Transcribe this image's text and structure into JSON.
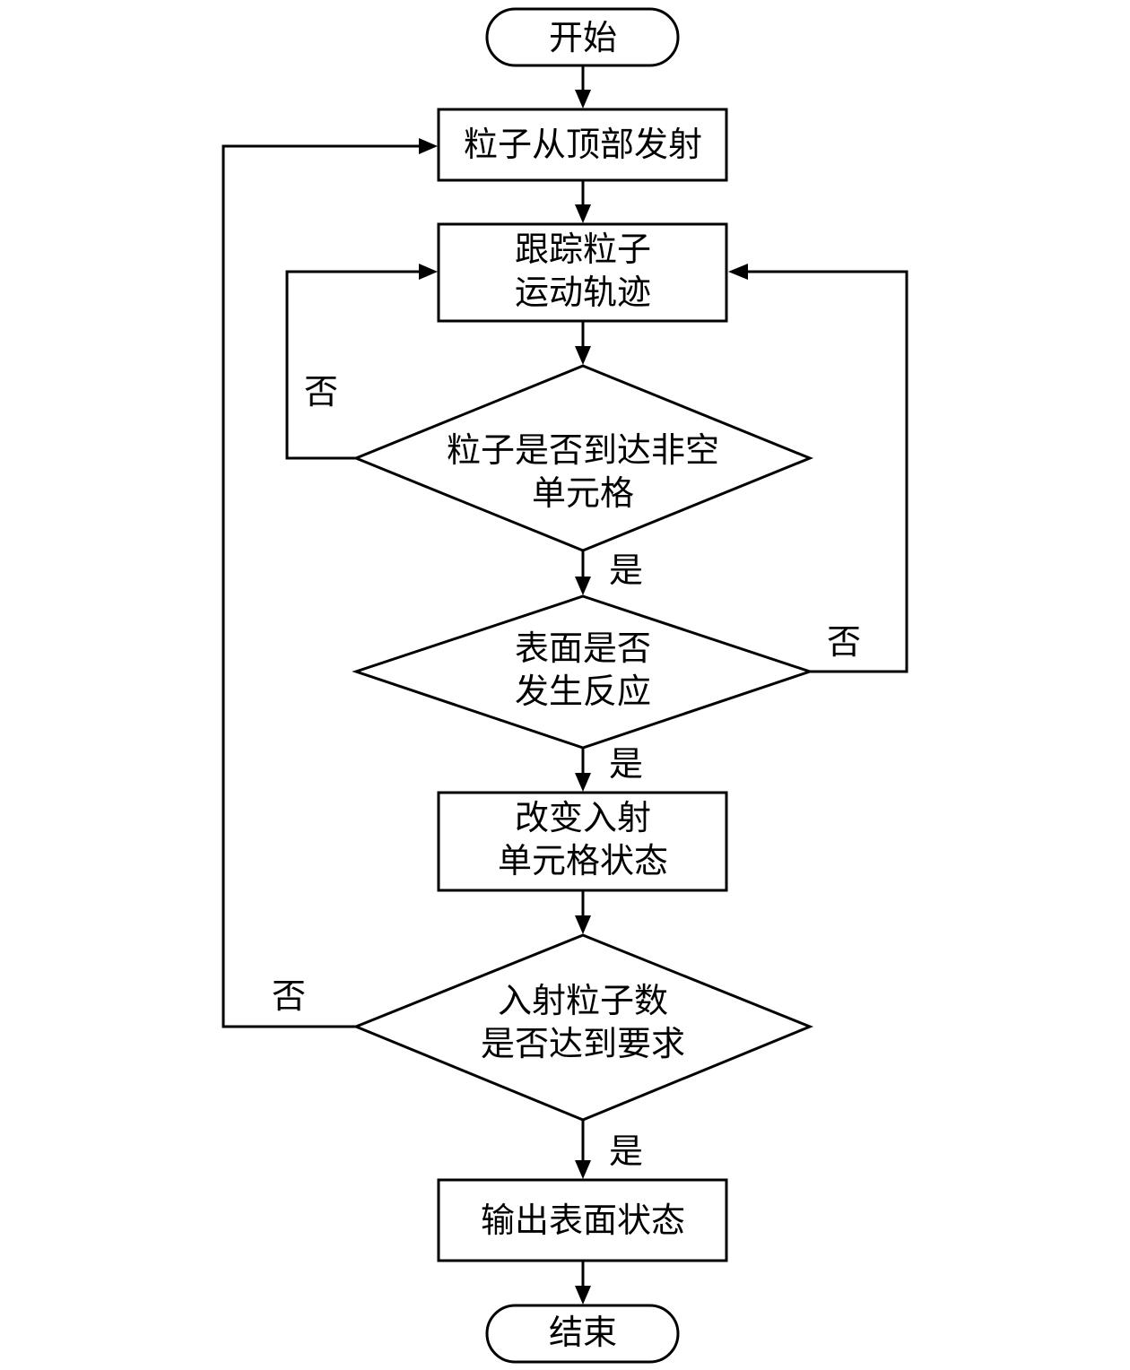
{
  "nodes": {
    "start": {
      "label": "开始"
    },
    "emit": {
      "label": "粒子从顶部发射"
    },
    "track": {
      "line1": "跟踪粒子",
      "line2": "运动轨迹"
    },
    "reach": {
      "line1": "粒子是否到达非空",
      "line2": "单元格"
    },
    "react": {
      "line1": "表面是否",
      "line2": "发生反应"
    },
    "change": {
      "line1": "改变入射",
      "line2": "单元格状态"
    },
    "count": {
      "line1": "入射粒子数",
      "line2": "是否达到要求"
    },
    "output": {
      "label": "输出表面状态"
    },
    "end": {
      "label": "结束"
    }
  },
  "edges": {
    "reach_no": "否",
    "reach_yes": "是",
    "react_no": "否",
    "react_yes": "是",
    "count_no": "否",
    "count_yes": "是"
  }
}
